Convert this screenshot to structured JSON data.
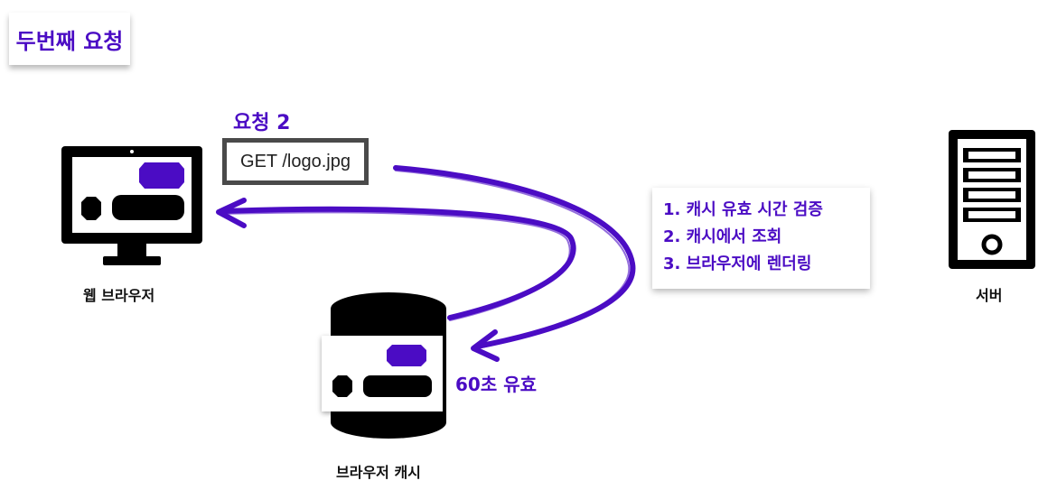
{
  "title": "두번째 요청",
  "request": {
    "label": "요청 2",
    "line": "GET /logo.jpg"
  },
  "steps": [
    "1.  캐시 유효 시간 검증",
    "2.  캐시에서 조회",
    "3.  브라우저에 렌더링"
  ],
  "browser_label": "웹 브라우저",
  "server_label": "서버",
  "cache_label": "브라우저 캐시",
  "cache_ttl": "60초 유효",
  "colors": {
    "accent": "#4b0cc4",
    "dark": "#000000",
    "box_border": "#4a4a4a"
  },
  "icons": [
    "monitor-icon",
    "server-icon",
    "database-icon",
    "arrow-icon"
  ]
}
